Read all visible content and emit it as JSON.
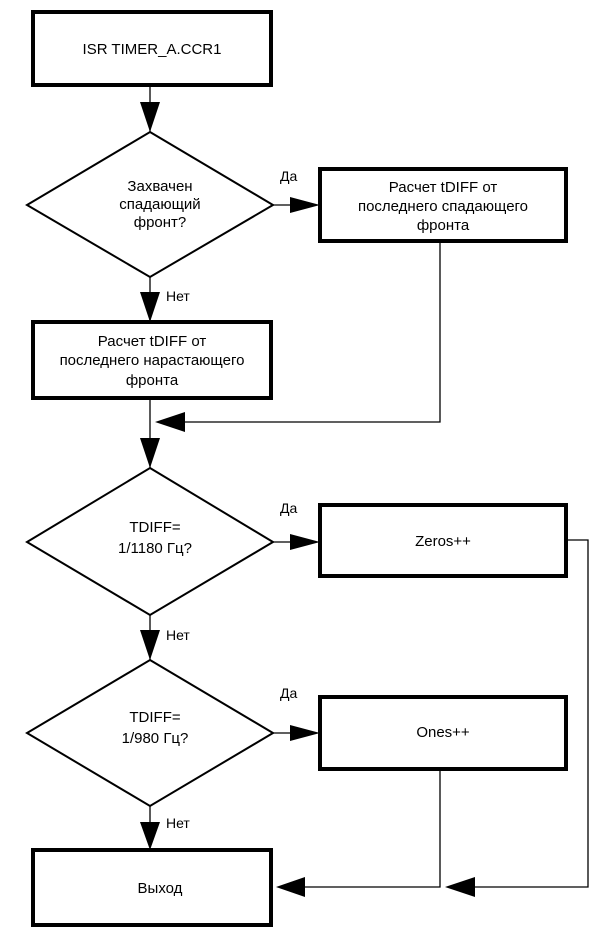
{
  "nodes": {
    "start": {
      "lines": [
        "ISR TIMER_A.CCR1"
      ]
    },
    "decision_falling": {
      "lines": [
        "Захвачен",
        "спадающий",
        "фронт?"
      ]
    },
    "calc_from_falling": {
      "lines": [
        "Расчет tDIFF от",
        "последнего спадающего",
        "фронта"
      ]
    },
    "calc_from_rising": {
      "lines": [
        "Расчет tDIFF от",
        "последнего нарастающего",
        "фронта"
      ]
    },
    "decision_1180": {
      "lines": [
        "TDIFF=",
        "1/1180 Гц?"
      ]
    },
    "zeros": {
      "lines": [
        "Zeros++"
      ]
    },
    "decision_980": {
      "lines": [
        "TDIFF=",
        "1/980 Гц?"
      ]
    },
    "ones": {
      "lines": [
        "Ones++"
      ]
    },
    "exit": {
      "lines": [
        "Выход"
      ]
    }
  },
  "edge_labels": {
    "falling_yes": "Да",
    "falling_no": "Нет",
    "f1180_yes": "Да",
    "f1180_no": "Нет",
    "f980_yes": "Да",
    "f980_no": "Нет"
  }
}
